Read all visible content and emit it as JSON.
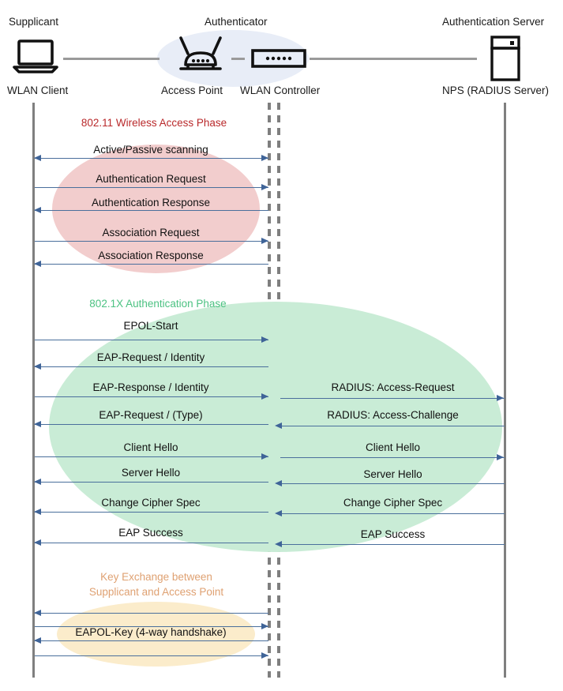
{
  "diagram": {
    "title": "802.1X / WPA-Enterprise WLAN authentication sequence",
    "colors": {
      "arrow": "#4a6f9c",
      "lifeline": "#7f7f7f",
      "wire": "#9a9a9a",
      "authenticator_blob": "#e8edf7",
      "phase1_fill": "#f2cdcd",
      "phase1_text": "#b9292b",
      "phase2_fill": "#c9ecd6",
      "phase2_text": "#4cc282",
      "phase3_fill": "#fbeccb",
      "phase3_text": "#dfa172"
    }
  },
  "actors": [
    {
      "role": "Supplicant",
      "node": "WLAN Client",
      "icon": "laptop-icon"
    },
    {
      "role": "Authenticator",
      "node": "Access Point",
      "icon": "wireless-router-icon"
    },
    {
      "role": "",
      "node": "WLAN Controller",
      "icon": "network-switch-icon"
    },
    {
      "role": "Authentication Server",
      "node": "NPS (RADIUS Server)",
      "icon": "server-rack-icon"
    }
  ],
  "phases": [
    {
      "id": "wireless-access",
      "caption": "802.11 Wireless Access Phase",
      "caption_lines": [
        "802.11 Wireless Access Phase"
      ],
      "messages": [
        {
          "label": "Active/Passive scanning",
          "direction": "bidirectional",
          "side": "left"
        },
        {
          "label": "Authentication Request",
          "direction": "right",
          "side": "left"
        },
        {
          "label": "Authentication Response",
          "direction": "left",
          "side": "left"
        },
        {
          "label": "Association Request",
          "direction": "right",
          "side": "left"
        },
        {
          "label": "Association Response",
          "direction": "left",
          "side": "left"
        }
      ]
    },
    {
      "id": "dot1x-authentication",
      "caption": "802.1X Authentication Phase",
      "caption_lines": [
        "802.1X Authentication Phase"
      ],
      "messages": [
        {
          "label": "EPOL-Start",
          "direction": "right",
          "side": "left"
        },
        {
          "label": "EAP-Request / Identity",
          "direction": "left",
          "side": "left"
        },
        {
          "label": "EAP-Response / Identity",
          "direction": "right",
          "side": "left"
        },
        {
          "label": "RADIUS: Access-Request",
          "direction": "right",
          "side": "right"
        },
        {
          "label": "EAP-Request / (Type)",
          "direction": "left",
          "side": "left"
        },
        {
          "label": "RADIUS: Access-Challenge",
          "direction": "left",
          "side": "right"
        },
        {
          "label": "Client Hello",
          "direction": "right",
          "side": "left"
        },
        {
          "label": "Client Hello",
          "direction": "right",
          "side": "right"
        },
        {
          "label": "Server Hello",
          "direction": "left",
          "side": "left"
        },
        {
          "label": "Server Hello",
          "direction": "left",
          "side": "right"
        },
        {
          "label": "Change Cipher Spec",
          "direction": "left",
          "side": "left"
        },
        {
          "label": "Change Cipher Spec",
          "direction": "left",
          "side": "right"
        },
        {
          "label": "EAP Success",
          "direction": "left",
          "side": "left"
        },
        {
          "label": "EAP Success",
          "direction": "left",
          "side": "right"
        }
      ]
    },
    {
      "id": "key-exchange",
      "caption": "Key Exchange between Supplicant and Access Point",
      "caption_lines": [
        "Key Exchange between",
        "Supplicant and Access Point"
      ],
      "messages": [
        {
          "label": "",
          "direction": "left",
          "side": "left"
        },
        {
          "label": "",
          "direction": "right",
          "side": "left"
        },
        {
          "label": "EAPOL-Key (4-way handshake)",
          "direction": "left",
          "side": "left"
        },
        {
          "label": "",
          "direction": "right",
          "side": "left"
        }
      ]
    }
  ],
  "labels": {
    "phase1_caption": "802.11 Wireless Access Phase",
    "phase2_caption": "802.1X Authentication Phase",
    "phase3_caption_a": "Key Exchange between",
    "phase3_caption_b": "Supplicant and Access Point",
    "m1": "Active/Passive scanning",
    "m2": "Authentication Request",
    "m3": "Authentication Response",
    "m4": "Association Request",
    "m5": "Association Response",
    "m6": "EPOL-Start",
    "m7": "EAP-Request / Identity",
    "m8": "EAP-Response / Identity",
    "m9": "EAP-Request / (Type)",
    "m10": "Client Hello",
    "m11": "Server Hello",
    "m12": "Change Cipher Spec",
    "m13": "EAP Success",
    "r1": "RADIUS: Access-Request",
    "r2": "RADIUS: Access-Challenge",
    "r3": "Client Hello",
    "r4": "Server Hello",
    "r5": "Change Cipher Spec",
    "r6": "EAP Success",
    "m14": "EAPOL-Key (4-way handshake)",
    "role_supplicant": "Supplicant",
    "role_authenticator": "Authenticator",
    "role_auth_server": "Authentication Server",
    "node_wlan_client": "WLAN Client",
    "node_access_point": "Access Point",
    "node_wlan_controller": "WLAN Controller",
    "node_nps": "NPS (RADIUS Server)"
  }
}
